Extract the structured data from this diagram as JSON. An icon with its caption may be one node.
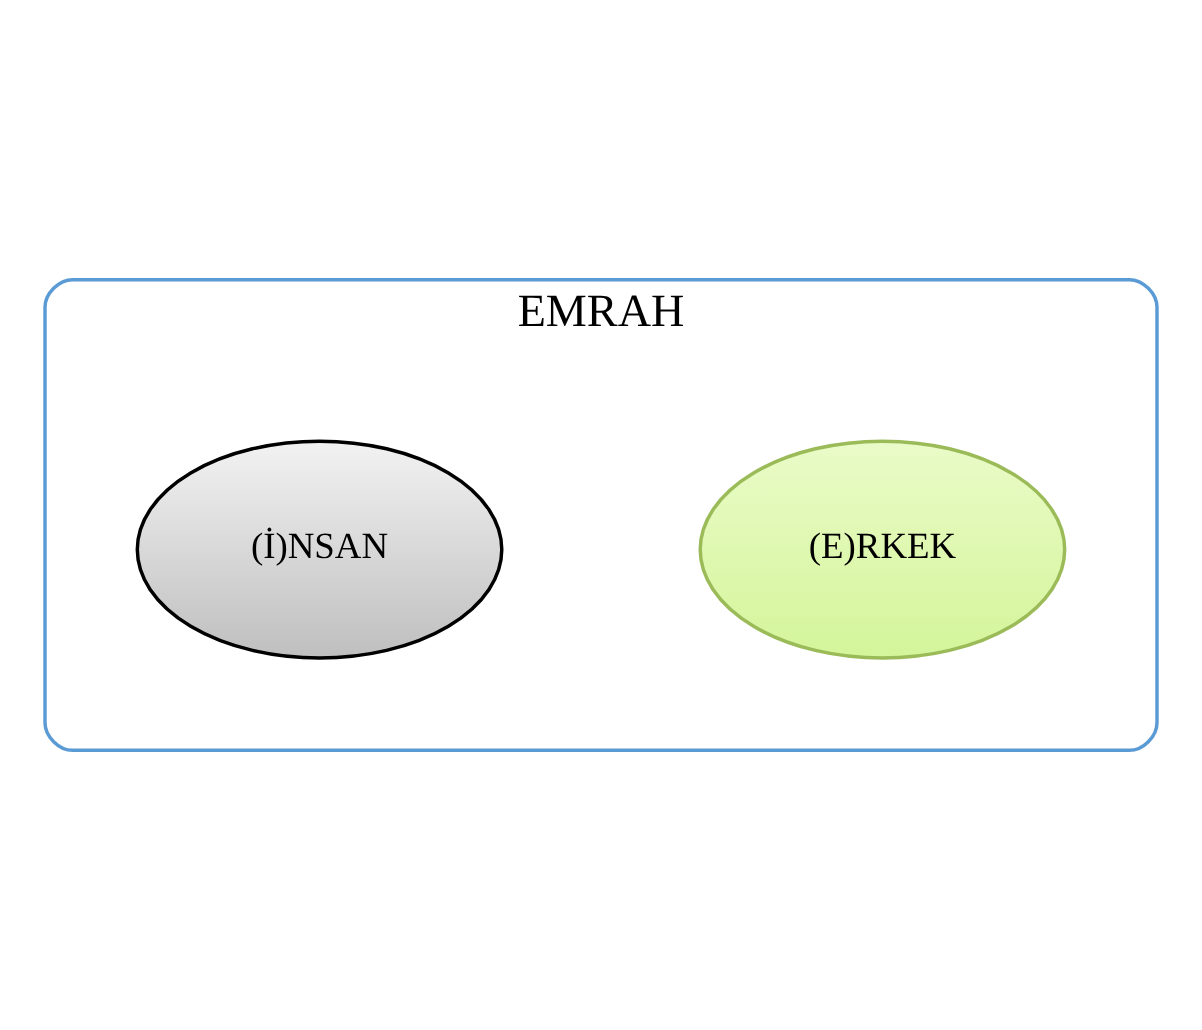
{
  "diagram": {
    "nodes": [
      {
        "text": [
          "EMRAH"
        ]
      },
      {
        "text": [
          "(E)RKEK"
        ],
        "in": 0
      },
      {
        "text": [
          "(İ)NSAN"
        ],
        "in": 0
      }
    ]
  }
}
